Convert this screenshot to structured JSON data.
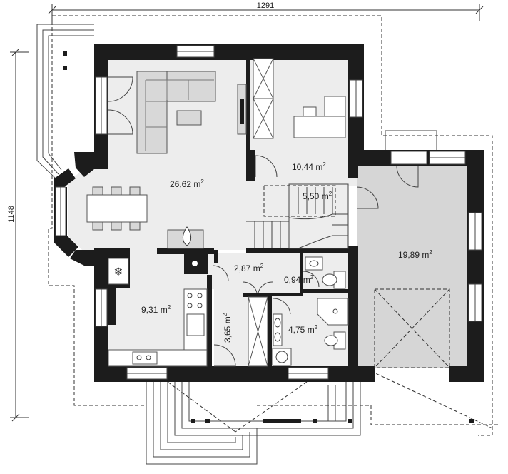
{
  "dimensions": {
    "width_label": "1291",
    "height_label": "1148"
  },
  "rooms": [
    {
      "id": "living",
      "area": "26,62",
      "unit": "m",
      "sup": "2"
    },
    {
      "id": "office",
      "area": "10,44",
      "unit": "m",
      "sup": "2"
    },
    {
      "id": "stair",
      "area": "5,50",
      "unit": "m",
      "sup": "2"
    },
    {
      "id": "garage",
      "area": "19,89",
      "unit": "m",
      "sup": "2"
    },
    {
      "id": "hall",
      "area": "2,87",
      "unit": "m",
      "sup": "2"
    },
    {
      "id": "wc",
      "area": "0,94",
      "unit": "m",
      "sup": "2"
    },
    {
      "id": "kitchen",
      "area": "9,31",
      "unit": "m",
      "sup": "2"
    },
    {
      "id": "entry",
      "area": "3,65",
      "unit": "m",
      "sup": "2"
    },
    {
      "id": "bath",
      "area": "4,75",
      "unit": "m",
      "sup": "2"
    }
  ],
  "colors": {
    "wall": "#1c1c1c",
    "floor": "#ededed",
    "garage_floor": "#d6d6d6",
    "furniture": "#d8d8d8"
  },
  "icons": {
    "fireplace": "flame-icon",
    "fridge": "snowflake-icon",
    "washer": "washing-machine-icon"
  }
}
